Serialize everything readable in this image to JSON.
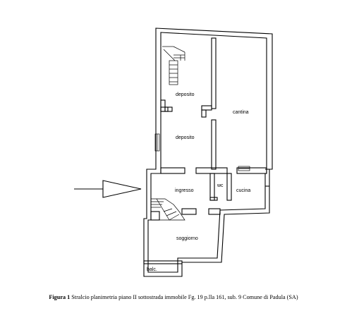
{
  "rooms": {
    "deposito_top": "deposito",
    "deposito_mid": "deposito",
    "cantina": "cantina",
    "ingresso": "ingresso",
    "wc": "wc",
    "cucina": "cucina",
    "soggiorno": "soggiorno",
    "balcone": "balc."
  },
  "caption": {
    "label": "Figura 1",
    "text": " Stralcio planimetria piano II sottostrada immobile Fg. 19 p.lla 161, sub. 9 Comune di Padula (SA)"
  }
}
